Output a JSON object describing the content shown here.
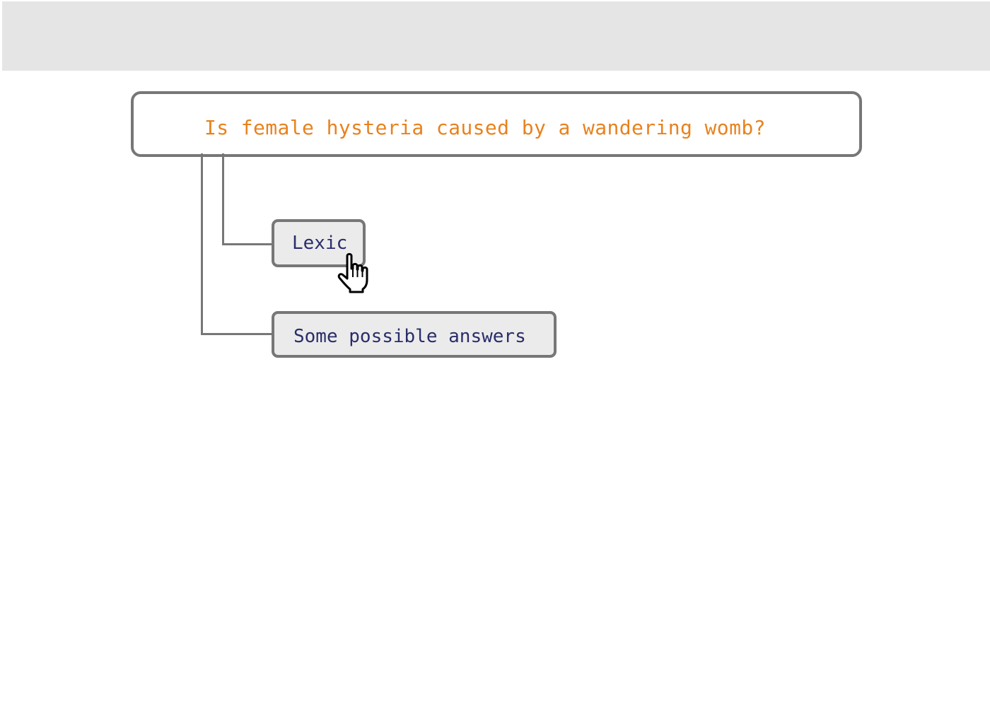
{
  "question": {
    "text": "Is female hysteria caused by a wandering womb?"
  },
  "nodes": {
    "lexic": {
      "label": "Lexic"
    },
    "answers": {
      "label": "Some possible answers"
    }
  },
  "cursor": {
    "icon": "hand-pointer-icon"
  },
  "colors": {
    "question_text": "#e8821e",
    "node_text": "#2a2d6a",
    "border": "#777777",
    "node_fill": "#ebebeb",
    "top_band": "#e5e5e5"
  }
}
